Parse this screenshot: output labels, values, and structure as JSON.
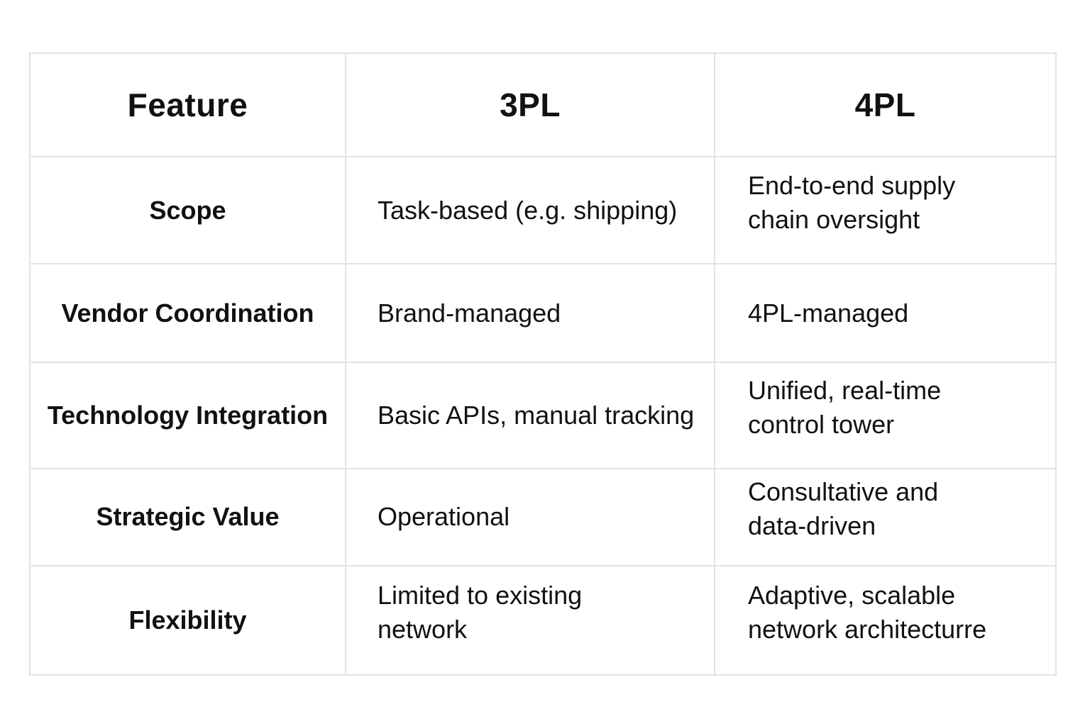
{
  "table": {
    "headers": {
      "feature": "Feature",
      "third_party": "3PL",
      "fourth_party": "4PL"
    },
    "rows": [
      {
        "feature": "Scope",
        "third_party": "Task-based (e.g. shipping)",
        "fourth_party": "End-to-end supply chain oversight"
      },
      {
        "feature": "Vendor Coordination",
        "third_party": "Brand-managed",
        "fourth_party": "4PL-managed"
      },
      {
        "feature": "Technology Integration",
        "third_party": "Basic APIs, manual tracking",
        "fourth_party": "Unified, real-time control tower"
      },
      {
        "feature": "Strategic Value",
        "third_party": "Operational",
        "fourth_party": "Consultative and data-driven"
      },
      {
        "feature": "Flexibility",
        "third_party": "Limited to existing network",
        "fourth_party": "Adaptive, scalable network architecturre"
      }
    ]
  }
}
